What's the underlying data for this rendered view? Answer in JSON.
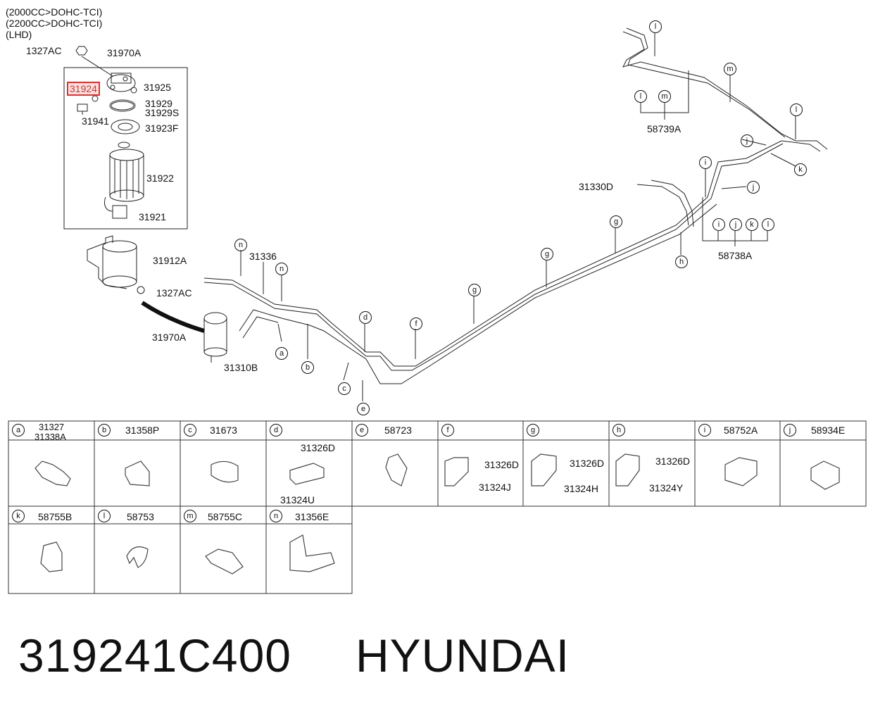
{
  "header": {
    "spec1": "(2000CC>DOHC-TCI)",
    "spec2": "(2200CC>DOHC-TCI)",
    "spec3": "(LHD)"
  },
  "diagram": {
    "labels": {
      "nut_top": "1327AC",
      "assembly_top": "31970A",
      "highlighted": "31924",
      "p31925": "31925",
      "p31929": "31929",
      "p31929s": "31929S",
      "p31941": "31941",
      "p31923f": "31923F",
      "p31922": "31922",
      "p31921": "31921",
      "bracket": "31912A",
      "nut_mid": "1327AC",
      "assembly_mid": "31970A",
      "p31336": "31336",
      "p31310b": "31310B",
      "p31330d": "31330D",
      "p58739a": "58739A",
      "p58738a": "58738A"
    },
    "callouts": {
      "a": "a",
      "b": "b",
      "c": "c",
      "d": "d",
      "e": "e",
      "f": "f",
      "g": "g",
      "h": "h",
      "i": "i",
      "j": "j",
      "k": "k",
      "l": "l",
      "m": "m",
      "n": "n"
    }
  },
  "parts_table": {
    "row1": [
      {
        "letter": "a",
        "part": "31327",
        "part2": "31338A"
      },
      {
        "letter": "b",
        "part": "31358P"
      },
      {
        "letter": "c",
        "part": "31673"
      },
      {
        "letter": "d",
        "part": "",
        "sub1": "31326D",
        "sub2": "31324U"
      },
      {
        "letter": "e",
        "part": "58723"
      },
      {
        "letter": "f",
        "part": "",
        "sub1": "31326D",
        "sub2": "31324J"
      },
      {
        "letter": "g",
        "part": "",
        "sub1": "31326D",
        "sub2": "31324H"
      },
      {
        "letter": "h",
        "part": "",
        "sub1": "31326D",
        "sub2": "31324Y"
      },
      {
        "letter": "i",
        "part": "58752A"
      },
      {
        "letter": "j",
        "part": "58934E"
      }
    ],
    "row2": [
      {
        "letter": "k",
        "part": "58755B"
      },
      {
        "letter": "l",
        "part": "58753"
      },
      {
        "letter": "m",
        "part": "58755C"
      },
      {
        "letter": "n",
        "part": "31356E"
      }
    ]
  },
  "footer": {
    "part_number": "319241C400",
    "brand": "HYUNDAI"
  }
}
